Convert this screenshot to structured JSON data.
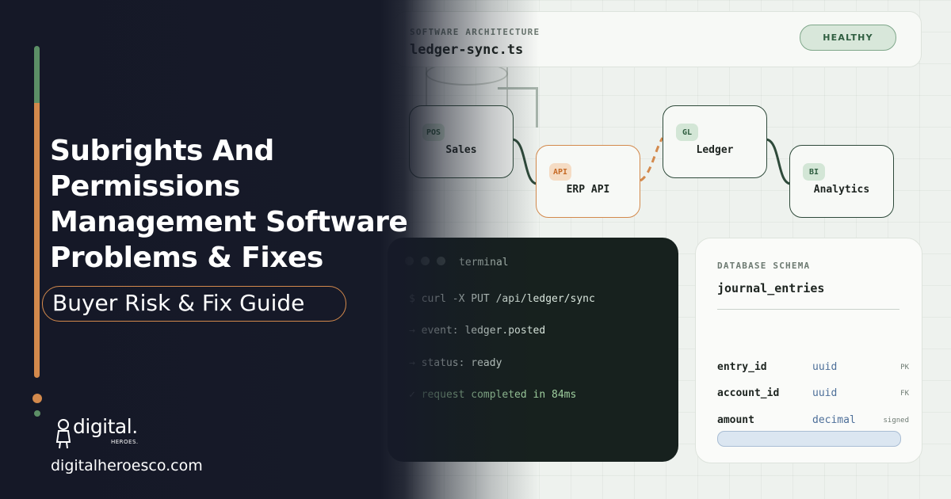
{
  "header": {
    "label": "SOFTWARE ARCHITECTURE",
    "file": "ledger-sync.ts",
    "status": "HEALTHY"
  },
  "nodes": [
    {
      "tag": "POS",
      "label": "Sales"
    },
    {
      "tag": "API",
      "label": "ERP API"
    },
    {
      "tag": "GL",
      "label": "Ledger"
    },
    {
      "tag": "BI",
      "label": "Analytics"
    }
  ],
  "terminal": {
    "title": "terminal",
    "lines": [
      {
        "prefix": "$",
        "text": "curl -X PUT /api/ledger/sync"
      },
      {
        "prefix": "→",
        "text": "event: ledger.posted"
      },
      {
        "prefix": "→",
        "text": "status: ready"
      },
      {
        "prefix": "✓",
        "text": "request completed in 84ms"
      }
    ]
  },
  "schema": {
    "label": "DATABASE SCHEMA",
    "table": "journal_entries",
    "rows": [
      {
        "name": "entry_id",
        "type": "uuid",
        "key": "PK"
      },
      {
        "name": "account_id",
        "type": "uuid",
        "key": "FK"
      },
      {
        "name": "amount",
        "type": "decimal",
        "key": "signed"
      }
    ]
  },
  "hero": {
    "title": "Subrights And Permissions Management Software Problems & Fixes",
    "subtitle": "Buyer Risk & Fix Guide"
  },
  "brand": {
    "logo": "digital.",
    "logo_sub": "HEROES.",
    "url": "digitalheroesco.com"
  },
  "colors": {
    "dark_bg": "#161a28",
    "accent_orange": "#d3894c",
    "accent_green": "#5c8f66",
    "terminal_bg": "#17211e"
  }
}
